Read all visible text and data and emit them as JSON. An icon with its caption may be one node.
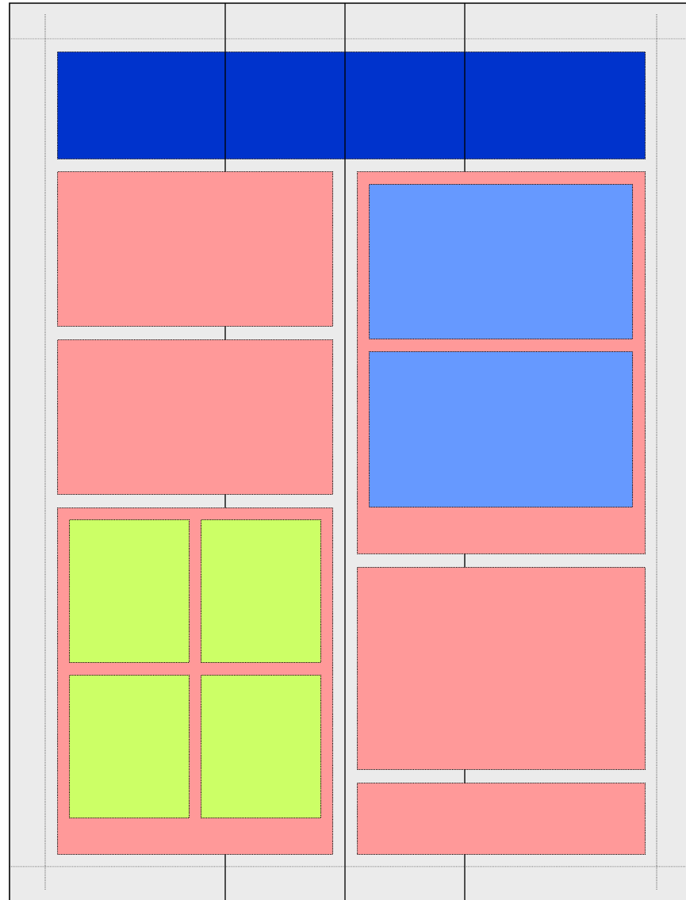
{
  "diagram": {
    "nodes": [
      {
        "text": [],
        "shape": "box"
      },
      {
        "text": [],
        "shape": "box"
      },
      {
        "text": [],
        "shape": "box"
      },
      {
        "text": [],
        "shape": "box"
      },
      {
        "text": [],
        "shape": "box",
        "in": 3
      },
      {
        "text": [],
        "shape": "box",
        "in": 3
      },
      {
        "text": [],
        "shape": "box",
        "in": 3
      },
      {
        "text": [],
        "shape": "box",
        "in": 3
      },
      {
        "text": [],
        "shape": "box"
      },
      {
        "text": [],
        "shape": "box",
        "in": 8
      },
      {
        "text": [],
        "shape": "box",
        "in": 8
      },
      {
        "text": [],
        "shape": "box"
      },
      {
        "text": [],
        "shape": "box"
      }
    ]
  }
}
